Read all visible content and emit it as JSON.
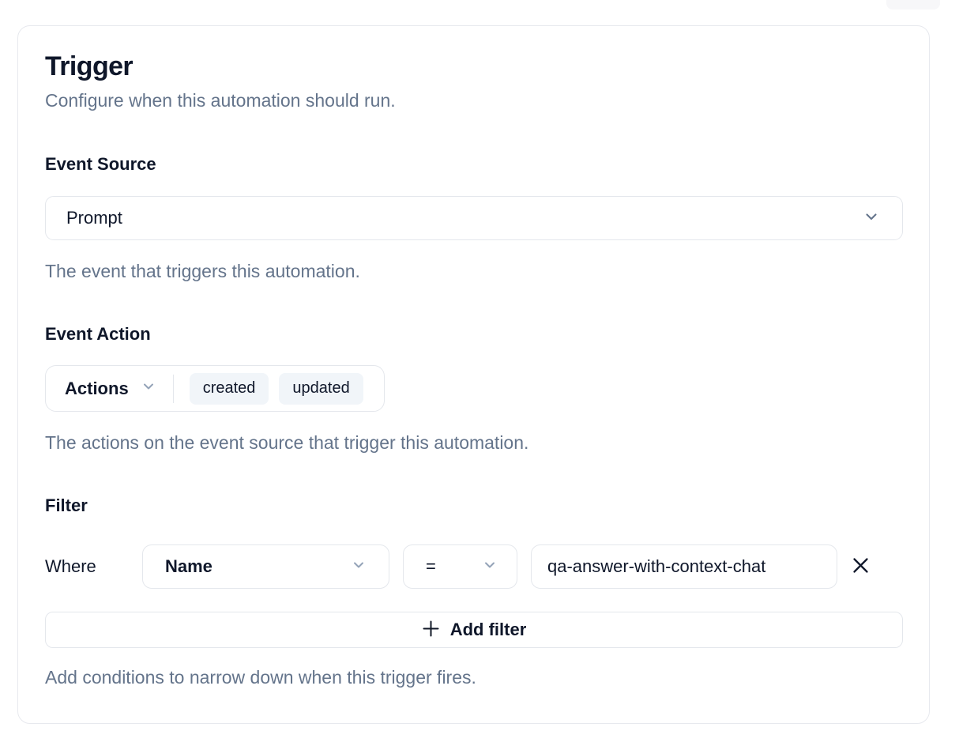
{
  "card": {
    "title": "Trigger",
    "subtitle": "Configure when this automation should run."
  },
  "event_source": {
    "label": "Event Source",
    "selected": "Prompt",
    "helper": "The event that triggers this automation."
  },
  "event_action": {
    "label": "Event Action",
    "dropdown_label": "Actions",
    "chips": [
      "created",
      "updated"
    ],
    "helper": "The actions on the event source that trigger this automation."
  },
  "filter": {
    "label": "Filter",
    "where_label": "Where",
    "field_selected": "Name",
    "operator_selected": "=",
    "value": "qa-answer-with-context-chat",
    "add_button_label": "Add filter",
    "helper": "Add conditions to narrow down when this trigger fires."
  },
  "colors": {
    "text_primary": "#0f172a",
    "text_muted": "#64748b",
    "border": "#e4e7ec",
    "chip_background": "#f1f5f9",
    "chevron": "#64748b"
  },
  "icons": {
    "chevron_down": "chevron-down",
    "plus": "plus",
    "close": "close"
  }
}
